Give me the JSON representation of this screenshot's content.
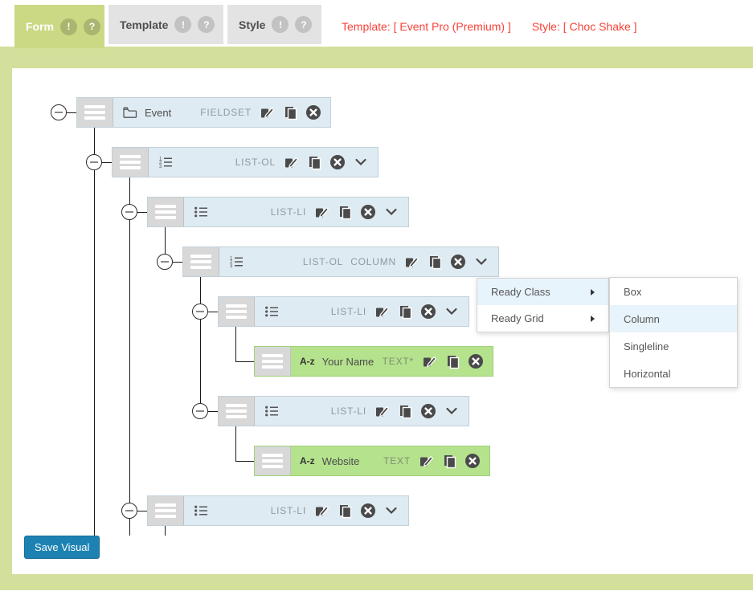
{
  "tabs": [
    {
      "label": "Form",
      "badges": [
        "!",
        "?"
      ],
      "active": true
    },
    {
      "label": "Template",
      "badges": [
        "!",
        "?"
      ],
      "active": false
    },
    {
      "label": "Style",
      "badges": [
        "!",
        "?"
      ],
      "active": false
    }
  ],
  "header_info": {
    "template_label": "Template: [ Event Pro (Premium) ]",
    "style_label": "Style: [ Choc Shake ]"
  },
  "tree": {
    "nodes": [
      {
        "icon": "folder-icon",
        "label": "Event",
        "type_label": "FIELDSET"
      },
      {
        "icon": "ordered-list-icon",
        "type_label": "LIST-OL"
      },
      {
        "icon": "unordered-list-icon",
        "type_label": "LIST-LI"
      },
      {
        "icon": "ordered-list-icon",
        "type_label": "LIST-OL",
        "tag_label": "COLUMN"
      },
      {
        "icon": "unordered-list-icon",
        "type_label": "LIST-LI"
      },
      {
        "icon": "az-icon",
        "label": "Your Name",
        "type_label": "TEXT*"
      },
      {
        "icon": "unordered-list-icon",
        "type_label": "LIST-LI"
      },
      {
        "icon": "az-icon",
        "label": "Website",
        "type_label": "TEXT"
      },
      {
        "icon": "unordered-list-icon",
        "type_label": "LIST-LI"
      }
    ]
  },
  "context_menu": {
    "items": [
      {
        "label": "Ready Class",
        "highlighted": true
      },
      {
        "label": "Ready Grid",
        "highlighted": false
      }
    ]
  },
  "submenu": {
    "items": [
      "Box",
      "Column",
      "Singleline",
      "Horizontal"
    ],
    "selected": "Column"
  },
  "icons": {
    "az_glyph": "A-z"
  },
  "save_button": {
    "label": "Save Visual"
  },
  "colors": {
    "tab_active_bg": "#cbd985",
    "tab_inactive_bg": "#e3e3e3",
    "tab_inactive_text": "#4f4f4f",
    "frame_green": "#d3e09b",
    "red_text": "#fb4137",
    "bar_blue_bg": "#dfebf2",
    "bar_blue_border": "#c2d0d9",
    "bar_green_bg": "#b5e28d",
    "bar_green_border": "#a0d178",
    "handle_bg": "#d8d8d8",
    "handle_border": "#c2c2c2",
    "type_text_blue": "#8d9aa3",
    "type_text_green": "#7e8f70",
    "menu_highlight": "#e8f4fb",
    "save_button_bg": "#1d82b2",
    "save_button_border": "#176c95",
    "line_color": "#1a1a1a"
  }
}
